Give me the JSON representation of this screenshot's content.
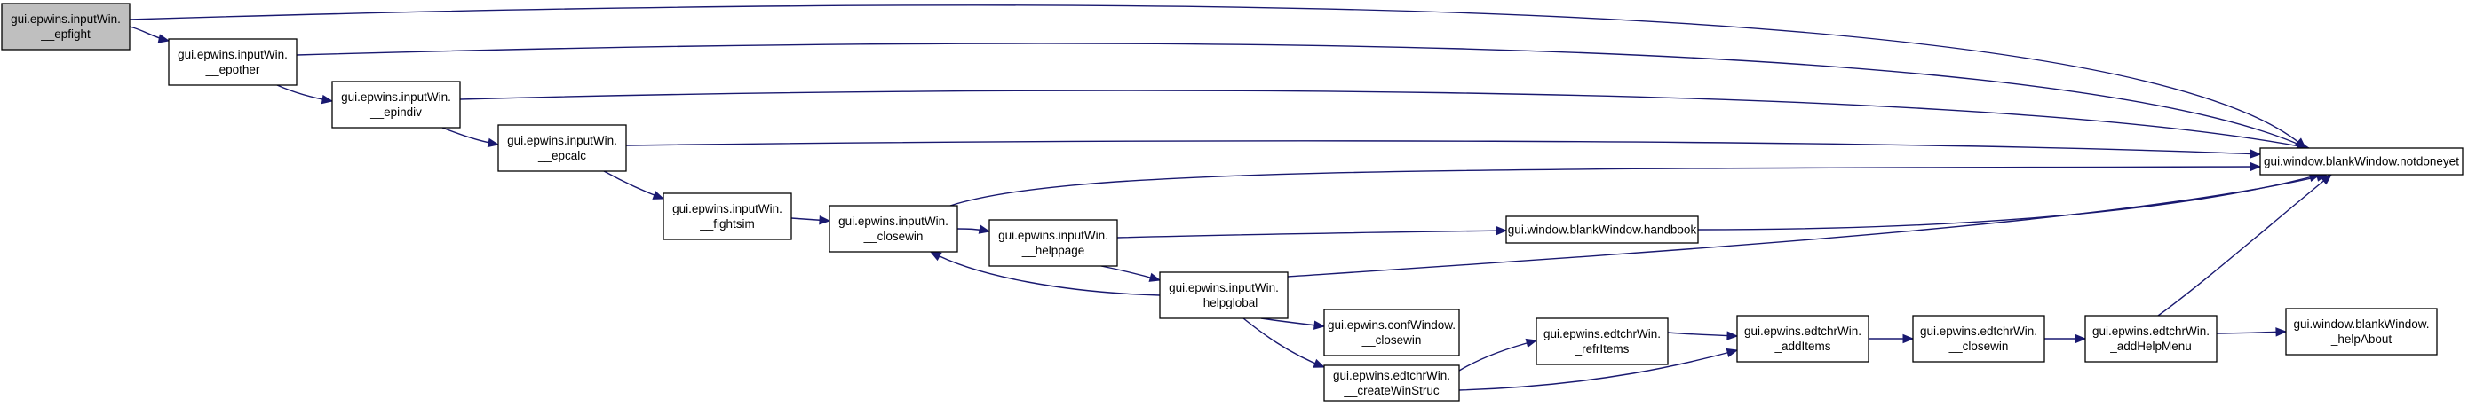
{
  "colors": {
    "edge": "#191970",
    "node_fill": "#ffffff",
    "root_fill": "#bfbfbf",
    "node_border": "#000000"
  },
  "nodes": [
    {
      "id": "epfight",
      "lines": [
        "gui.epwins.inputWin.",
        "__epfight"
      ],
      "root": true
    },
    {
      "id": "epother",
      "lines": [
        "gui.epwins.inputWin.",
        "__epother"
      ]
    },
    {
      "id": "epindiv",
      "lines": [
        "gui.epwins.inputWin.",
        "__epindiv"
      ]
    },
    {
      "id": "epcalc",
      "lines": [
        "gui.epwins.inputWin.",
        "__epcalc"
      ]
    },
    {
      "id": "fightsim",
      "lines": [
        "gui.epwins.inputWin.",
        "__fightsim"
      ]
    },
    {
      "id": "closewin",
      "lines": [
        "gui.epwins.inputWin.",
        "__closewin"
      ]
    },
    {
      "id": "helppage",
      "lines": [
        "gui.epwins.inputWin.",
        "__helppage"
      ]
    },
    {
      "id": "helpglobal",
      "lines": [
        "gui.epwins.inputWin.",
        "__helpglobal"
      ]
    },
    {
      "id": "handbook",
      "lines": [
        "gui.window.blankWindow.handbook"
      ]
    },
    {
      "id": "notdoneyet",
      "lines": [
        "gui.window.blankWindow.notdoneyet"
      ]
    },
    {
      "id": "confclose",
      "lines": [
        "gui.epwins.confWindow.",
        "__closewin"
      ]
    },
    {
      "id": "createwin",
      "lines": [
        "gui.epwins.edtchrWin.",
        "__createWinStruc"
      ]
    },
    {
      "id": "refritems",
      "lines": [
        "gui.epwins.edtchrWin.",
        "_refrItems"
      ]
    },
    {
      "id": "additems",
      "lines": [
        "gui.epwins.edtchrWin.",
        "_addItems"
      ]
    },
    {
      "id": "edtclose",
      "lines": [
        "gui.epwins.edtchrWin.",
        "__closewin"
      ]
    },
    {
      "id": "addhelp",
      "lines": [
        "gui.epwins.edtchrWin.",
        "_addHelpMenu"
      ]
    },
    {
      "id": "helpabout",
      "lines": [
        "gui.window.blankWindow.",
        "_helpAbout"
      ]
    }
  ],
  "edges": [
    {
      "from": "epfight",
      "to": "epother"
    },
    {
      "from": "epfight",
      "to": "notdoneyet"
    },
    {
      "from": "epother",
      "to": "epindiv"
    },
    {
      "from": "epother",
      "to": "notdoneyet"
    },
    {
      "from": "epindiv",
      "to": "epcalc"
    },
    {
      "from": "epindiv",
      "to": "notdoneyet"
    },
    {
      "from": "epcalc",
      "to": "fightsim"
    },
    {
      "from": "epcalc",
      "to": "notdoneyet"
    },
    {
      "from": "fightsim",
      "to": "closewin"
    },
    {
      "from": "closewin",
      "to": "helppage"
    },
    {
      "from": "closewin",
      "to": "notdoneyet"
    },
    {
      "from": "helppage",
      "to": "handbook"
    },
    {
      "from": "helppage",
      "to": "helpglobal"
    },
    {
      "from": "helpglobal",
      "to": "closewin"
    },
    {
      "from": "helpglobal",
      "to": "notdoneyet"
    },
    {
      "from": "helpglobal",
      "to": "confclose"
    },
    {
      "from": "helpglobal",
      "to": "createwin"
    },
    {
      "from": "handbook",
      "to": "notdoneyet"
    },
    {
      "from": "createwin",
      "to": "refritems"
    },
    {
      "from": "createwin",
      "to": "additems"
    },
    {
      "from": "refritems",
      "to": "additems"
    },
    {
      "from": "additems",
      "to": "edtclose"
    },
    {
      "from": "edtclose",
      "to": "addhelp"
    },
    {
      "from": "addhelp",
      "to": "helpabout"
    },
    {
      "from": "addhelp",
      "to": "notdoneyet"
    }
  ]
}
